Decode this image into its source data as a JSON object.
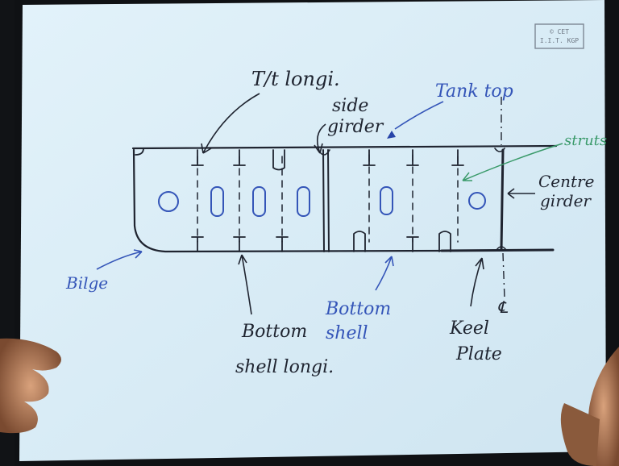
{
  "logo": {
    "line1": "© CET",
    "line2": "I.I.T. KGP"
  },
  "labels": {
    "tt_longi": "T/t longi.",
    "side_girder_1": "side",
    "side_girder_2": "girder",
    "tank_top": "Tank top",
    "struts": "struts",
    "centre_girder_1": "Centre",
    "centre_girder_2": "girder",
    "bilge": "Bilge",
    "bottom_shell_longi_1": "Bottom",
    "bottom_shell_longi_2": "shell longi.",
    "bottom_shell_1": "Bottom",
    "bottom_shell_2": "shell",
    "keel_plate_1": "Keel",
    "keel_plate_2": "Plate",
    "centreline": "℄"
  },
  "colors": {
    "board": "#d8ecf6",
    "ink_black": "#1f2430",
    "ink_blue": "#3455b8",
    "ink_green": "#3a9a6a",
    "frame_dark": "#0f1114"
  }
}
